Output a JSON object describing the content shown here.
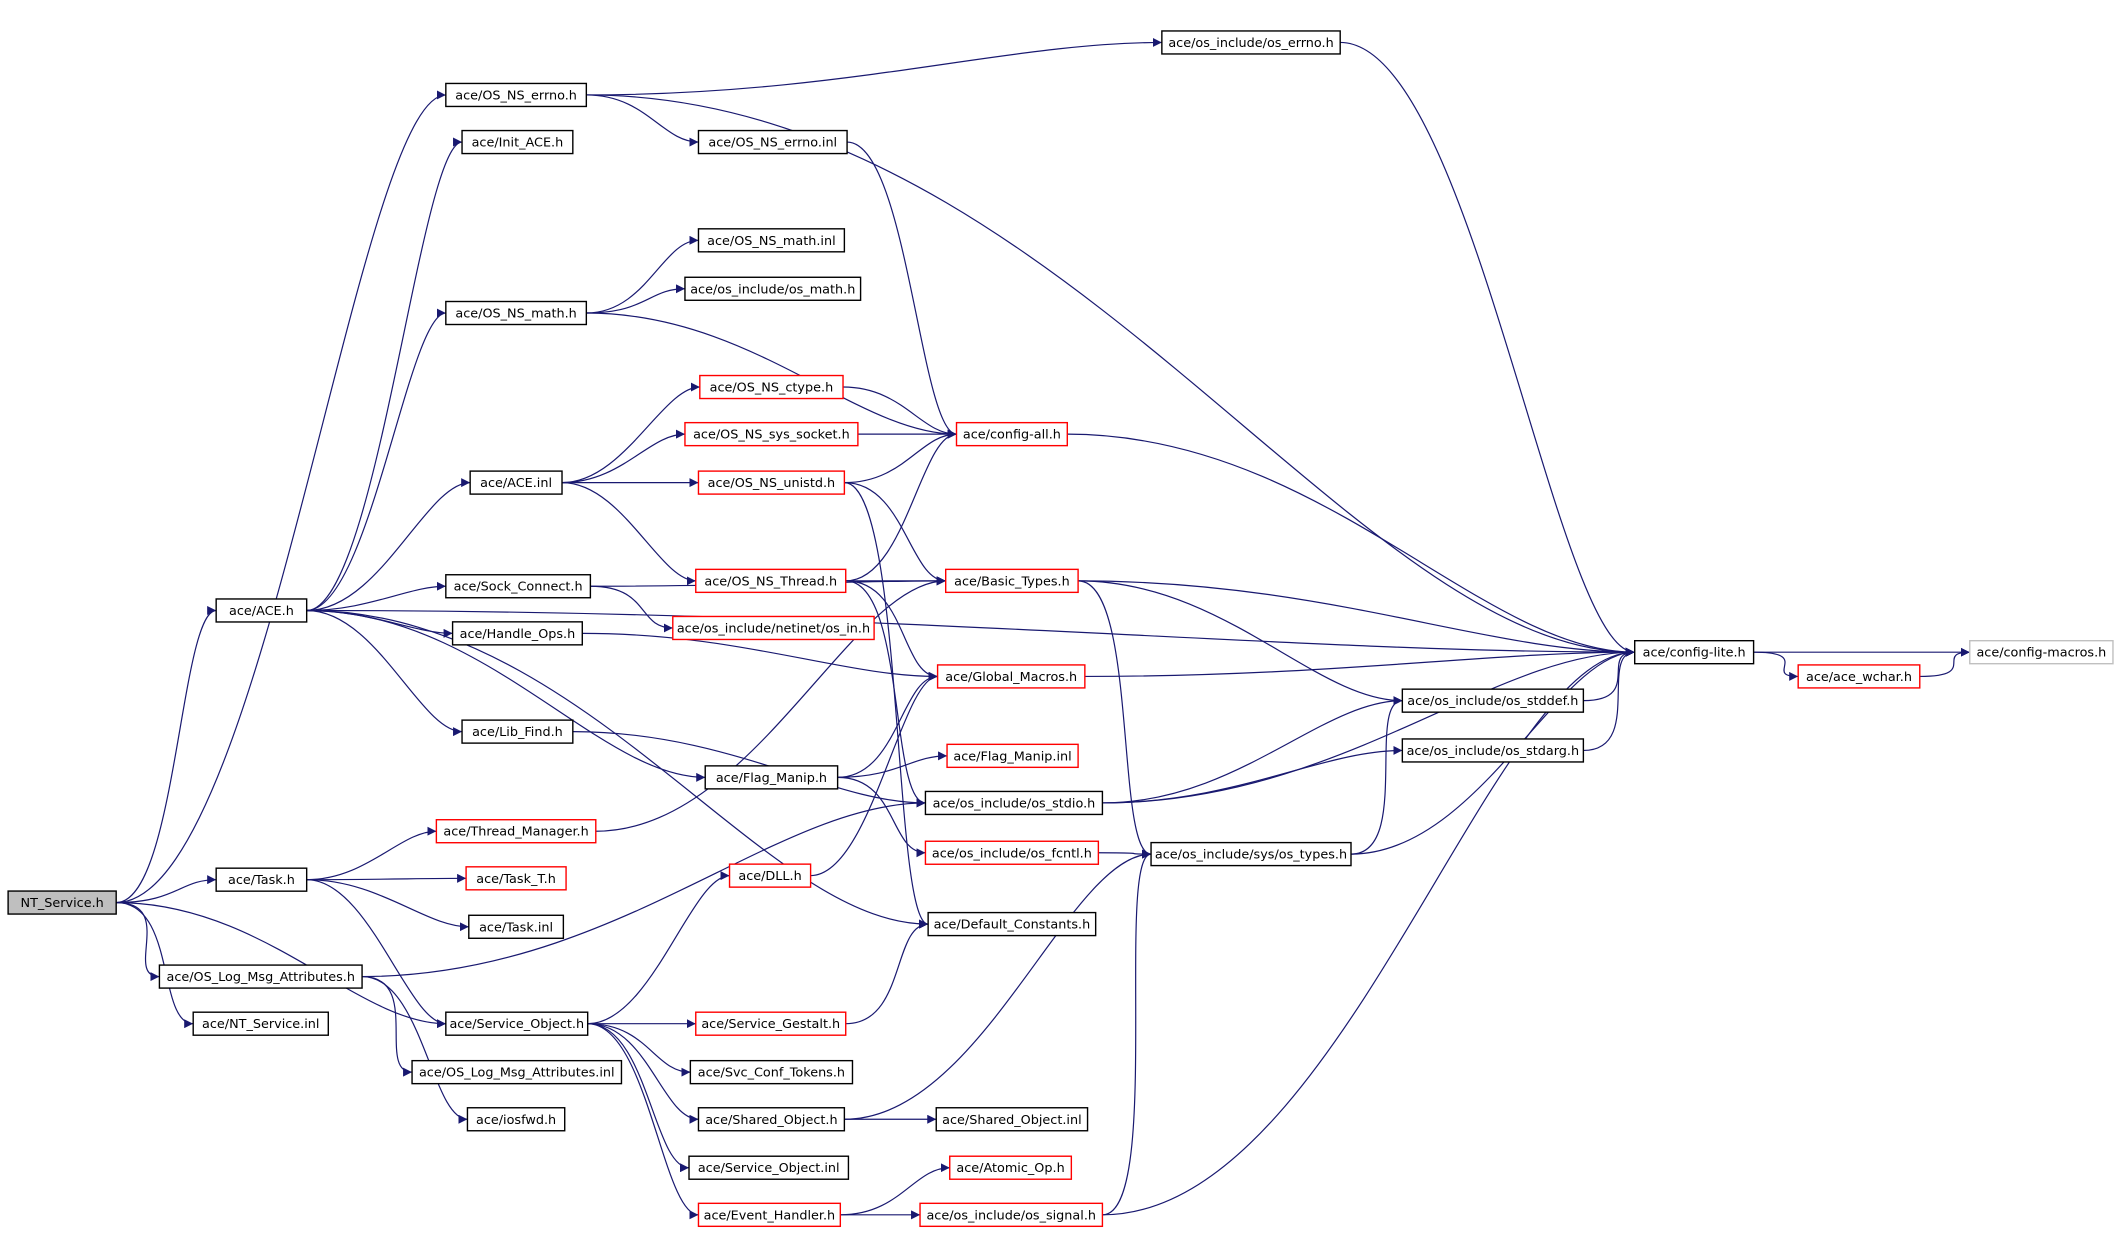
{
  "colors": {
    "edge": "#191970",
    "node_border_default": "#000000",
    "node_border_incomplete": "#ff0000",
    "node_border_external": "#c0c0c0",
    "root_fill": "#bfbfbf"
  },
  "nodes": [
    {
      "id": "nt_service_h",
      "label": "NT_Service.h",
      "style": "root"
    },
    {
      "id": "ace_ace_h",
      "label": "ace/ACE.h",
      "style": "default"
    },
    {
      "id": "ace_task_h",
      "label": "ace/Task.h",
      "style": "default"
    },
    {
      "id": "ace_os_log_msg_attributes_h",
      "label": "ace/OS_Log_Msg_Attributes.h",
      "style": "default"
    },
    {
      "id": "ace_nt_service_inl",
      "label": "ace/NT_Service.inl",
      "style": "default"
    },
    {
      "id": "ace_os_ns_errno_h",
      "label": "ace/OS_NS_errno.h",
      "style": "default"
    },
    {
      "id": "ace_init_ace_h",
      "label": "ace/Init_ACE.h",
      "style": "default"
    },
    {
      "id": "ace_os_ns_math_h",
      "label": "ace/OS_NS_math.h",
      "style": "default"
    },
    {
      "id": "ace_ace_inl",
      "label": "ace/ACE.inl",
      "style": "default"
    },
    {
      "id": "ace_sock_connect_h",
      "label": "ace/Sock_Connect.h",
      "style": "default"
    },
    {
      "id": "ace_handle_ops_h",
      "label": "ace/Handle_Ops.h",
      "style": "default"
    },
    {
      "id": "ace_lib_find_h",
      "label": "ace/Lib_Find.h",
      "style": "default"
    },
    {
      "id": "ace_thread_manager_h",
      "label": "ace/Thread_Manager.h",
      "style": "incomplete"
    },
    {
      "id": "ace_task_t_h",
      "label": "ace/Task_T.h",
      "style": "incomplete"
    },
    {
      "id": "ace_task_inl",
      "label": "ace/Task.inl",
      "style": "default"
    },
    {
      "id": "ace_service_object_h",
      "label": "ace/Service_Object.h",
      "style": "default"
    },
    {
      "id": "ace_os_log_msg_attributes_inl",
      "label": "ace/OS_Log_Msg_Attributes.inl",
      "style": "default"
    },
    {
      "id": "ace_iosfwd_h",
      "label": "ace/iosfwd.h",
      "style": "default"
    },
    {
      "id": "ace_os_include_os_errno_h",
      "label": "ace/os_include/os_errno.h",
      "style": "default"
    },
    {
      "id": "ace_os_ns_errno_inl",
      "label": "ace/OS_NS_errno.inl",
      "style": "default"
    },
    {
      "id": "ace_os_ns_math_inl",
      "label": "ace/OS_NS_math.inl",
      "style": "default"
    },
    {
      "id": "ace_os_include_os_math_h",
      "label": "ace/os_include/os_math.h",
      "style": "default"
    },
    {
      "id": "ace_os_ns_ctype_h",
      "label": "ace/OS_NS_ctype.h",
      "style": "incomplete"
    },
    {
      "id": "ace_os_ns_sys_socket_h",
      "label": "ace/OS_NS_sys_socket.h",
      "style": "incomplete"
    },
    {
      "id": "ace_os_ns_unistd_h",
      "label": "ace/OS_NS_unistd.h",
      "style": "incomplete"
    },
    {
      "id": "ace_os_ns_thread_h",
      "label": "ace/OS_NS_Thread.h",
      "style": "incomplete"
    },
    {
      "id": "ace_os_include_netinet_os_in_h",
      "label": "ace/os_include/netinet/os_in.h",
      "style": "incomplete"
    },
    {
      "id": "ace_flag_manip_h",
      "label": "ace/Flag_Manip.h",
      "style": "default"
    },
    {
      "id": "ace_dll_h",
      "label": "ace/DLL.h",
      "style": "incomplete"
    },
    {
      "id": "ace_service_gestalt_h",
      "label": "ace/Service_Gestalt.h",
      "style": "incomplete"
    },
    {
      "id": "ace_svc_conf_tokens_h",
      "label": "ace/Svc_Conf_Tokens.h",
      "style": "default"
    },
    {
      "id": "ace_shared_object_h",
      "label": "ace/Shared_Object.h",
      "style": "default"
    },
    {
      "id": "ace_service_object_inl",
      "label": "ace/Service_Object.inl",
      "style": "default"
    },
    {
      "id": "ace_event_handler_h",
      "label": "ace/Event_Handler.h",
      "style": "incomplete"
    },
    {
      "id": "ace_config_all_h",
      "label": "ace/config-all.h",
      "style": "incomplete"
    },
    {
      "id": "ace_basic_types_h",
      "label": "ace/Basic_Types.h",
      "style": "incomplete"
    },
    {
      "id": "ace_global_macros_h",
      "label": "ace/Global_Macros.h",
      "style": "incomplete"
    },
    {
      "id": "ace_flag_manip_inl",
      "label": "ace/Flag_Manip.inl",
      "style": "incomplete"
    },
    {
      "id": "ace_os_include_os_stdio_h",
      "label": "ace/os_include/os_stdio.h",
      "style": "default"
    },
    {
      "id": "ace_os_include_os_fcntl_h",
      "label": "ace/os_include/os_fcntl.h",
      "style": "incomplete"
    },
    {
      "id": "ace_default_constants_h",
      "label": "ace/Default_Constants.h",
      "style": "default"
    },
    {
      "id": "ace_shared_object_inl",
      "label": "ace/Shared_Object.inl",
      "style": "default"
    },
    {
      "id": "ace_atomic_op_h",
      "label": "ace/Atomic_Op.h",
      "style": "incomplete"
    },
    {
      "id": "ace_os_include_os_signal_h",
      "label": "ace/os_include/os_signal.h",
      "style": "incomplete"
    },
    {
      "id": "ace_os_include_os_stddef_h",
      "label": "ace/os_include/os_stddef.h",
      "style": "default"
    },
    {
      "id": "ace_os_include_os_stdarg_h",
      "label": "ace/os_include/os_stdarg.h",
      "style": "default"
    },
    {
      "id": "ace_os_include_sys_os_types_h",
      "label": "ace/os_include/sys/os_types.h",
      "style": "default"
    },
    {
      "id": "ace_config_lite_h",
      "label": "ace/config-lite.h",
      "style": "default"
    },
    {
      "id": "ace_ace_wchar_h",
      "label": "ace/ace_wchar.h",
      "style": "incomplete"
    },
    {
      "id": "ace_config_macros_h",
      "label": "ace/config-macros.h",
      "style": "external"
    }
  ]
}
